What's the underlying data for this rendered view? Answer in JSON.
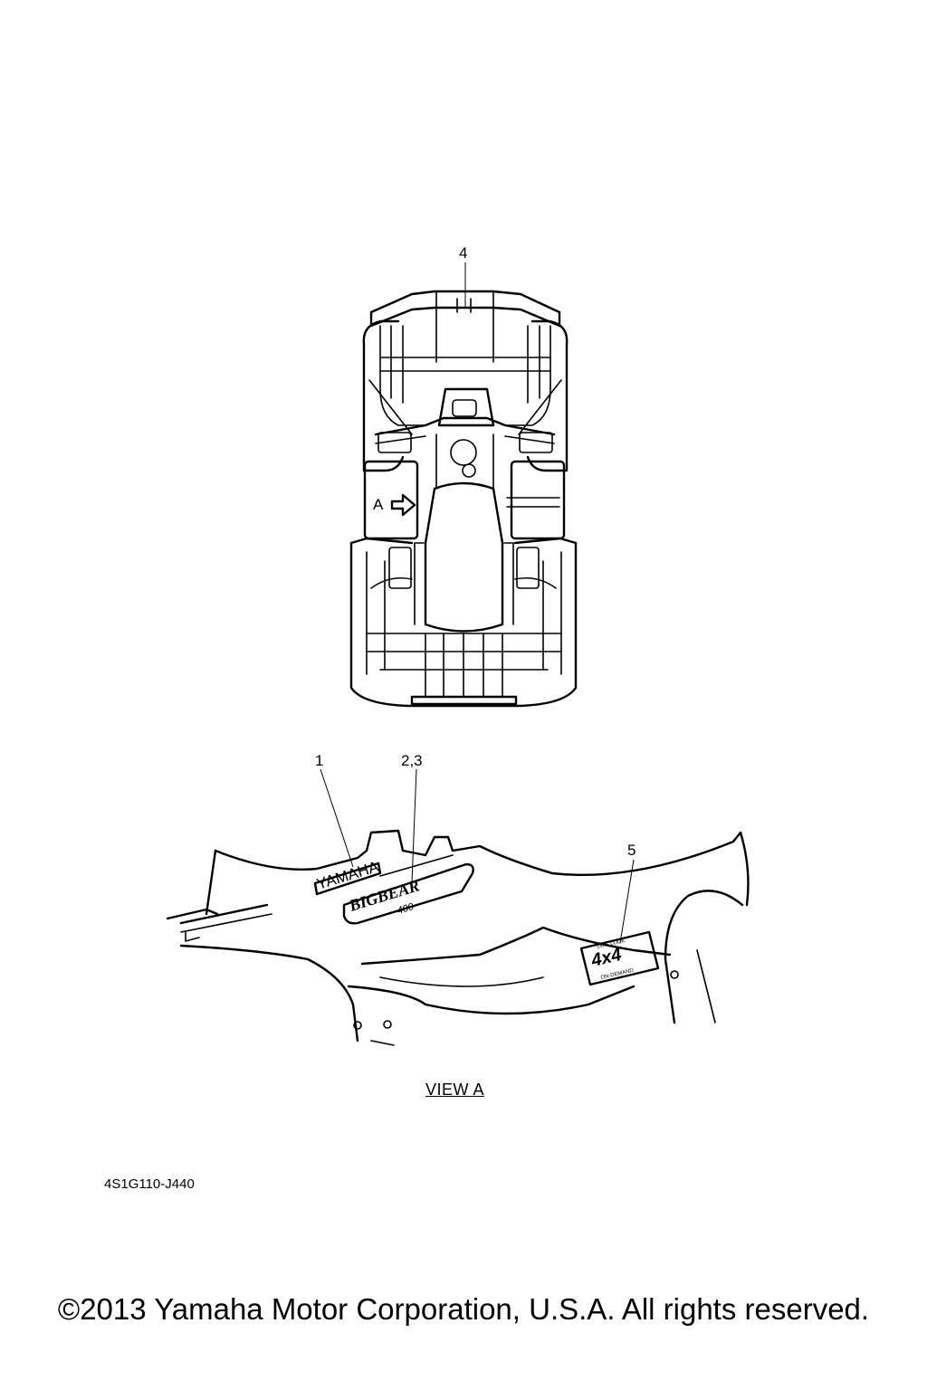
{
  "callouts": {
    "top_view": [
      "4"
    ],
    "view_a": [
      "1",
      "2,3",
      "5"
    ]
  },
  "view_marker": "A",
  "view_title": "VIEW A",
  "decals": {
    "brand": "YAMAHA",
    "model_main": "BIGBEAR",
    "model_sub": "400",
    "badge_main": "4x4",
    "badge_top": "DIFF LOCK",
    "badge_bottom": "ON-DEMAND"
  },
  "drawing_code": "4S1G110-J440",
  "copyright": "©2013 Yamaha Motor Corporation, U.S.A. All rights reserved."
}
